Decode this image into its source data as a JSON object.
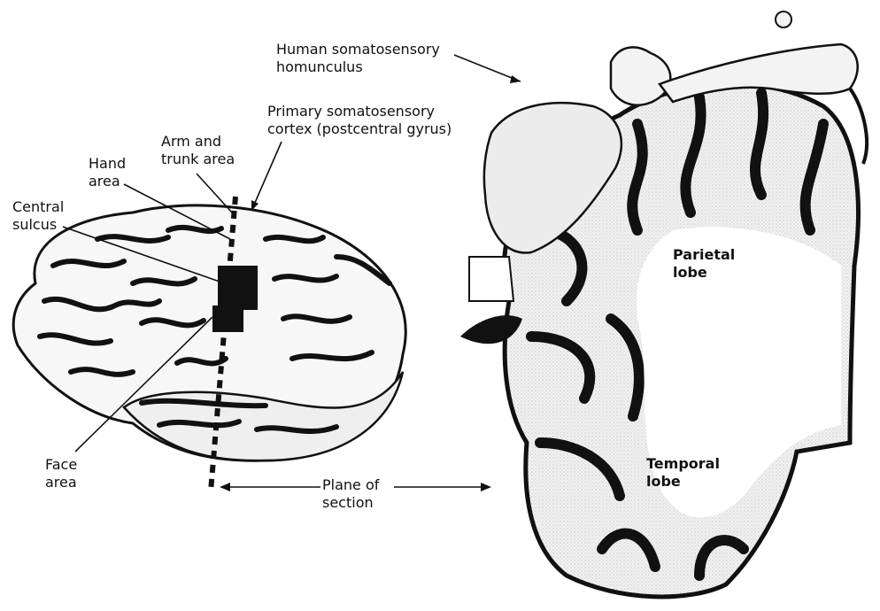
{
  "labels": {
    "homunculus": "Human somatosensory\nhomunculus",
    "primary_cortex": "Primary somatosensory\ncortex (postcentral gyrus)",
    "arm_trunk": "Arm and\ntrunk area",
    "hand_area": "Hand\narea",
    "central_sulcus": "Central\nsulcus",
    "face_area": "Face\narea",
    "plane_of_section": "Plane of\nsection",
    "parietal_lobe": "Parietal\nlobe",
    "temporal_lobe": "Temporal\nlobe"
  }
}
